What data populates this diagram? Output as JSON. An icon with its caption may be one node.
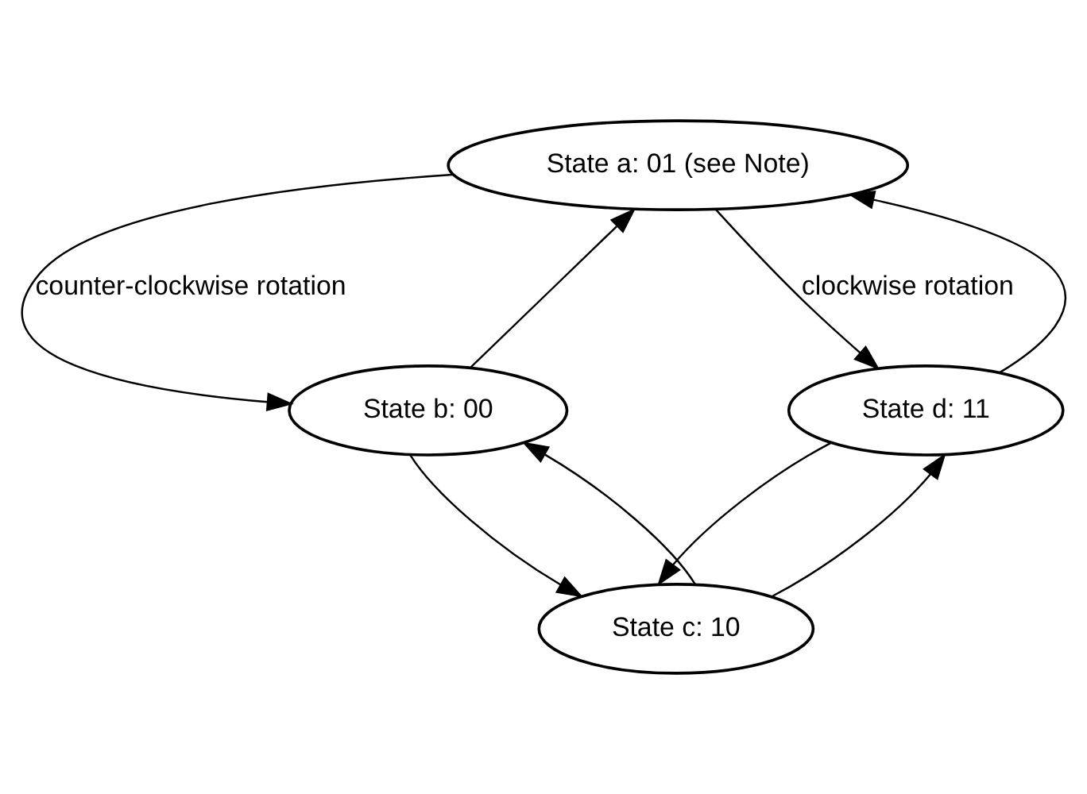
{
  "diagram": {
    "nodes": [
      {
        "text": [
          "State a: 01 (see Note)"
        ]
      },
      {
        "text": [
          "State b: 00"
        ]
      },
      {
        "text": [
          "State d: 11"
        ]
      },
      {
        "text": [
          "State c: 10"
        ]
      }
    ],
    "edges": [
      {
        "from": 0,
        "to": 1,
        "arrow": "to",
        "label": "counter-clockwise rotation"
      },
      {
        "from": 1,
        "to": 0,
        "arrow": "to"
      },
      {
        "from": 0,
        "to": 2,
        "arrow": "to",
        "label": "clockwise rotation"
      },
      {
        "from": 2,
        "to": 0,
        "arrow": "to"
      },
      {
        "from": 1,
        "to": 3,
        "arrow": "to"
      },
      {
        "from": 3,
        "to": 1,
        "arrow": "to"
      },
      {
        "from": 2,
        "to": 3,
        "arrow": "to"
      },
      {
        "from": 3,
        "to": 2,
        "arrow": "to"
      }
    ]
  }
}
